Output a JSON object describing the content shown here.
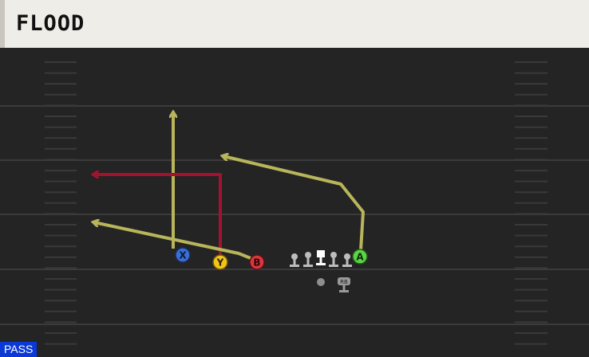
{
  "play": {
    "name": "FLOOD",
    "type_badge": "PASS"
  },
  "players": [
    {
      "id": "X",
      "label": "X",
      "color": "#3a6ed6"
    },
    {
      "id": "Y",
      "label": "Y",
      "color": "#f0c419"
    },
    {
      "id": "B",
      "label": "B",
      "color": "#d9363e"
    },
    {
      "id": "A",
      "label": "A",
      "color": "#5bd447"
    },
    {
      "id": "RB",
      "label": "RB",
      "color": "#9a9a9a"
    }
  ],
  "colors": {
    "route_yellow": "#b8b55a",
    "route_red": "#a3122f",
    "yard_line": "#3b3b3c",
    "hash": "#3a3a3b",
    "lineman": "#bdbdbd",
    "center": "#ffffff"
  },
  "icons": {
    "lineman": "lineman-icon",
    "qb": "qb-dot-icon",
    "rb": "rb-icon",
    "arrow": "arrow-head-icon"
  }
}
